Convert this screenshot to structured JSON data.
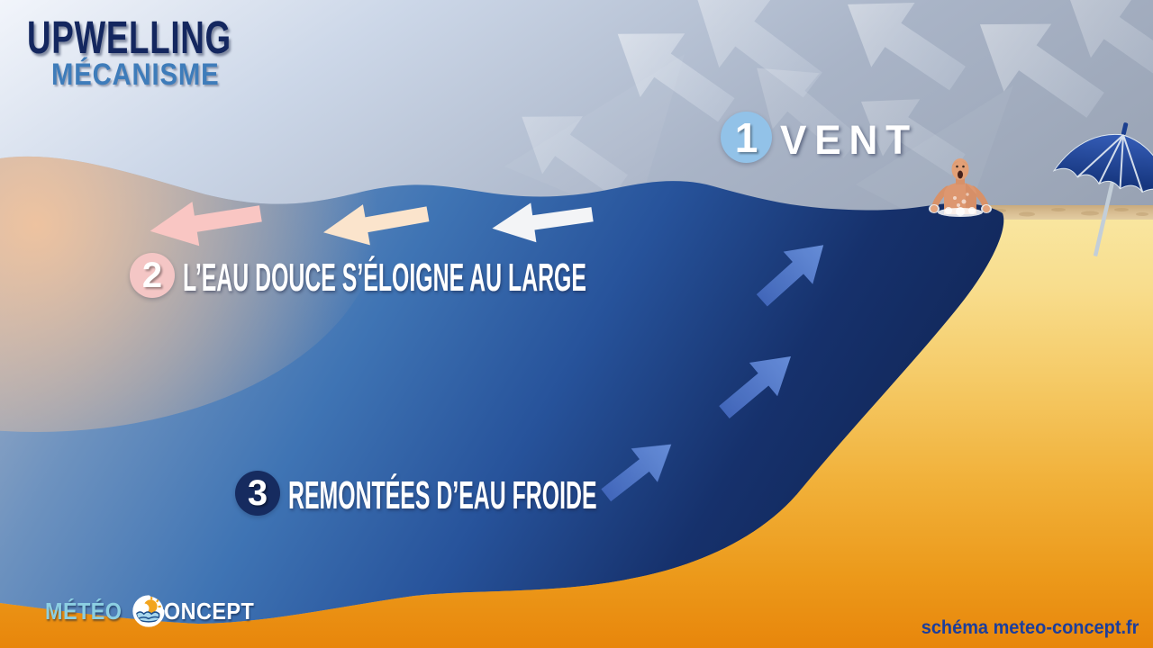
{
  "title": {
    "main": "UPWELLING",
    "subtitle": "MÉCANISME"
  },
  "steps": [
    {
      "number": "1",
      "label": "VENT",
      "badge_color": "#92c2e8"
    },
    {
      "number": "2",
      "label": "L’EAU DOUCE S’ÉLOIGNE AU LARGE",
      "badge_color": "#f4c6c5"
    },
    {
      "number": "3",
      "label": "REMONTÉES D’EAU FROIDE",
      "badge_color": "#162b5f"
    }
  ],
  "branding": {
    "logo_meteo": "MÉTÉO",
    "logo_concept": "ONCEPT",
    "credit": "schéma meteo-concept.fr"
  },
  "scene": {
    "wind_arrows": 8,
    "offshore_surface_arrows": 3,
    "upwelling_arrows": 3,
    "figures": [
      "swimmer",
      "beach-umbrella"
    ],
    "colors": {
      "deep_water": "#102453",
      "mid_water": "#3f74b4",
      "warm_surface_water": "#f2c49e",
      "sand_top": "#f9e7a2",
      "sand_bottom": "#e8860b",
      "wind_arrow": "#ffffff",
      "offshore_arrow_warm": "#f9c6c3",
      "offshore_arrow_mid": "#fbe4cc",
      "offshore_arrow_cold": "#f3f4f6",
      "upwelling_arrow": "#4e79c9",
      "sky_top": "#f0f4fb",
      "sky_bottom": "#8e98a9"
    }
  }
}
